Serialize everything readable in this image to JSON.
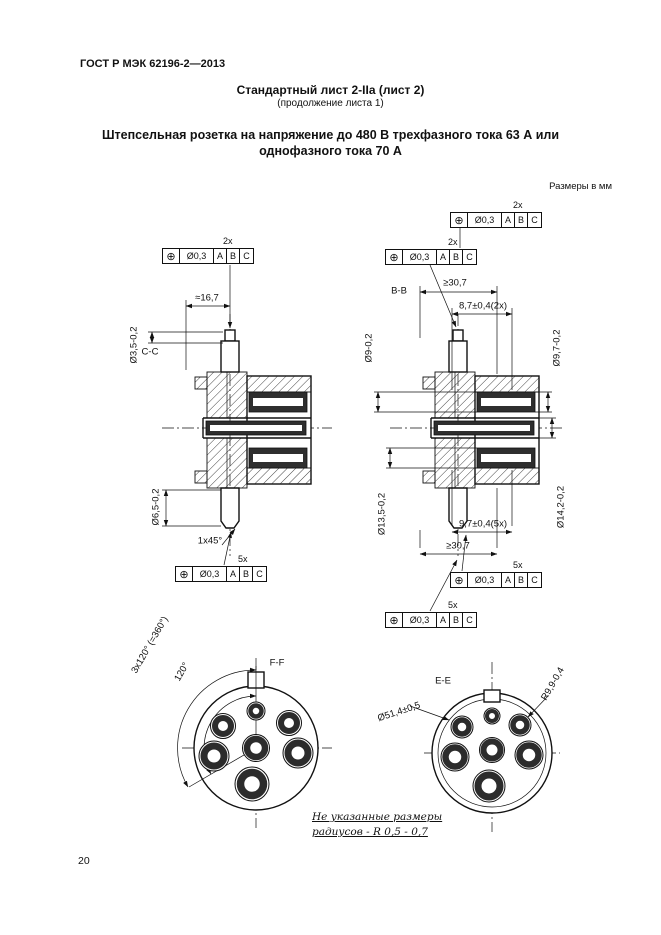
{
  "header": {
    "doc_number": "ГОСТ Р МЭК 62196-2—2013",
    "sheet_title": "Стандартный лист 2-IIa (лист 2)",
    "sheet_subtitle": "(продолжение листа 1)",
    "title_line1": "Штепсельная розетка на напряжение до 480 В трехфазного тока 63 А или",
    "title_line2": "однофазного тока 70 А",
    "units_note": "Размеры в мм"
  },
  "gdt": {
    "position_symbol": "⊕",
    "tolerance": "Ø0,3",
    "datum_a": "A",
    "datum_b": "B",
    "datum_c": "C",
    "qty_2x": "2x",
    "qty_5x": "5x"
  },
  "sections": {
    "left_label": "C-C",
    "right_label": "B-B",
    "left_face_label": "F-F",
    "right_face_label": "E-E"
  },
  "dims": {
    "approx_16_7": "≈16,7",
    "dia_3_5": "Ø3,5-0,2",
    "dia_6_5": "Ø6,5-0,2",
    "chamfer": "1x45°",
    "min_30_7_top": "≥30,7",
    "width_8_7": "8,7±0,4(2x)",
    "dia_9": "Ø9-0,2",
    "dia_9_7": "Ø9,7-0,2",
    "dia_13_5": "Ø13,5-0,2",
    "dia_14_2": "Ø14,2-0,2",
    "width_9_7": "9,7±0,4(5x)",
    "min_30_7_bottom": "≥30,7",
    "angle_3x120": "3x120° (=360°)",
    "angle_120": "120°",
    "dia_51_4": "Ø51,4±0,5",
    "radius_9_9": "R9,9-0,4"
  },
  "footer": {
    "note_line1": "Не указанные размеры",
    "note_line2": "радиусов - R 0,5 - 0,7",
    "page_number": "20"
  }
}
